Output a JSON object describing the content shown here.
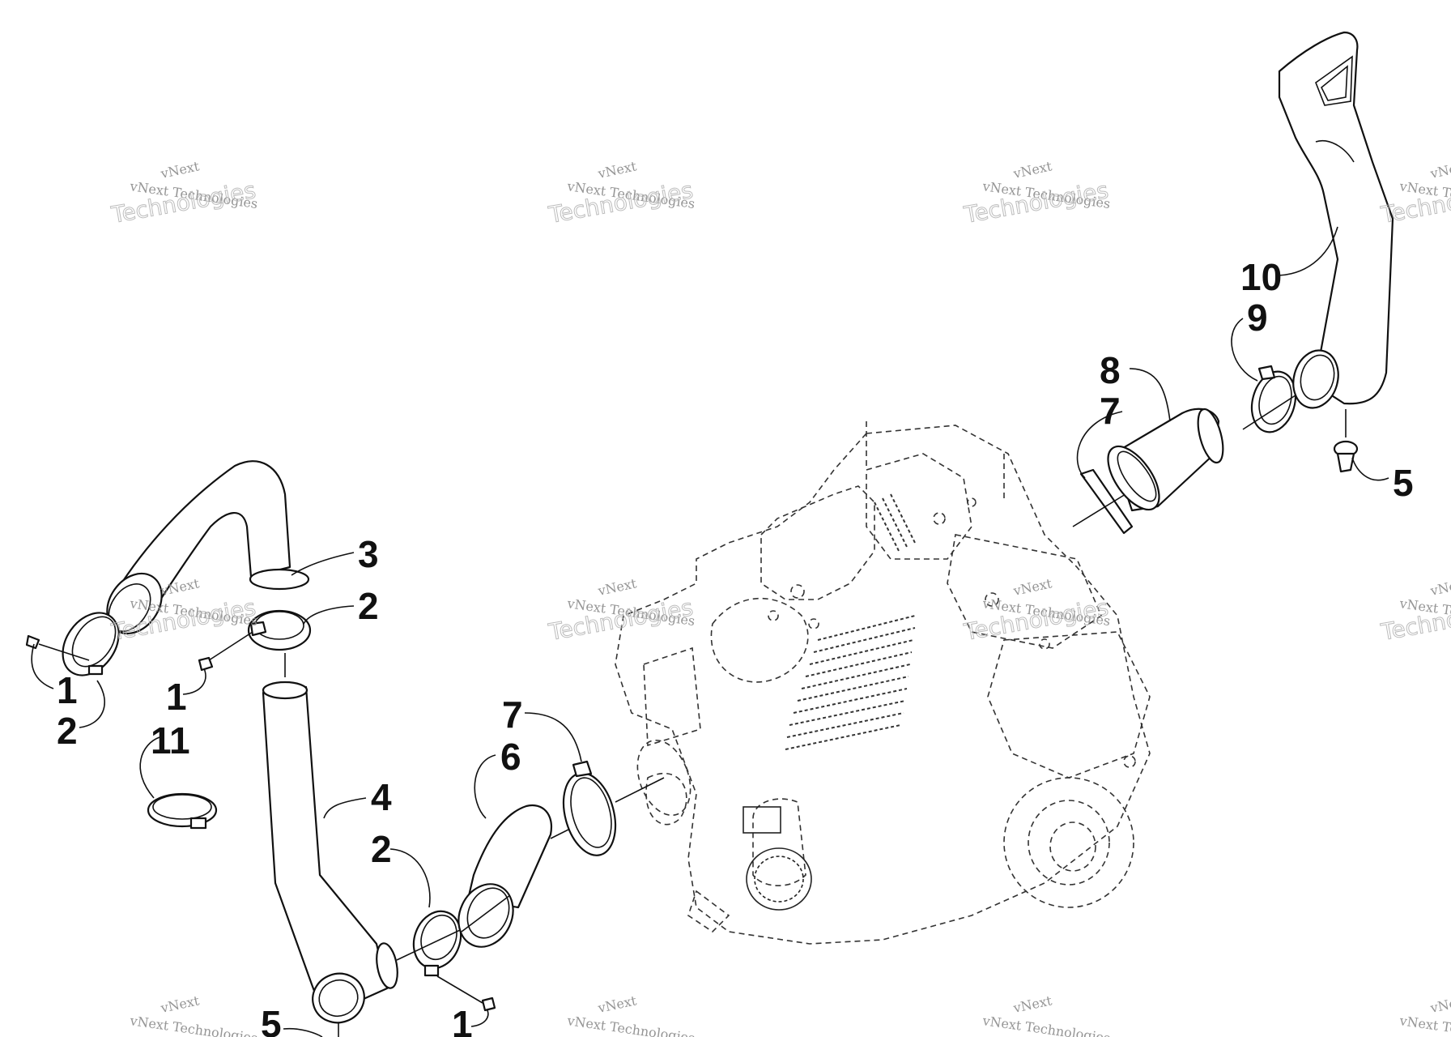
{
  "callouts": {
    "c1a": "1",
    "c2a": "2",
    "c1b": "1",
    "c2b": "2",
    "c3": "3",
    "c11": "11",
    "c4": "4",
    "c2c": "2",
    "c6": "6",
    "c7a": "7",
    "c1c": "1",
    "c5a": "5",
    "c7b": "7",
    "c8": "8",
    "c9": "9",
    "c10": "10",
    "c5b": "5"
  },
  "watermark": {
    "small": "vNext",
    "name": "vNext Technologies",
    "large": "Technologies"
  }
}
